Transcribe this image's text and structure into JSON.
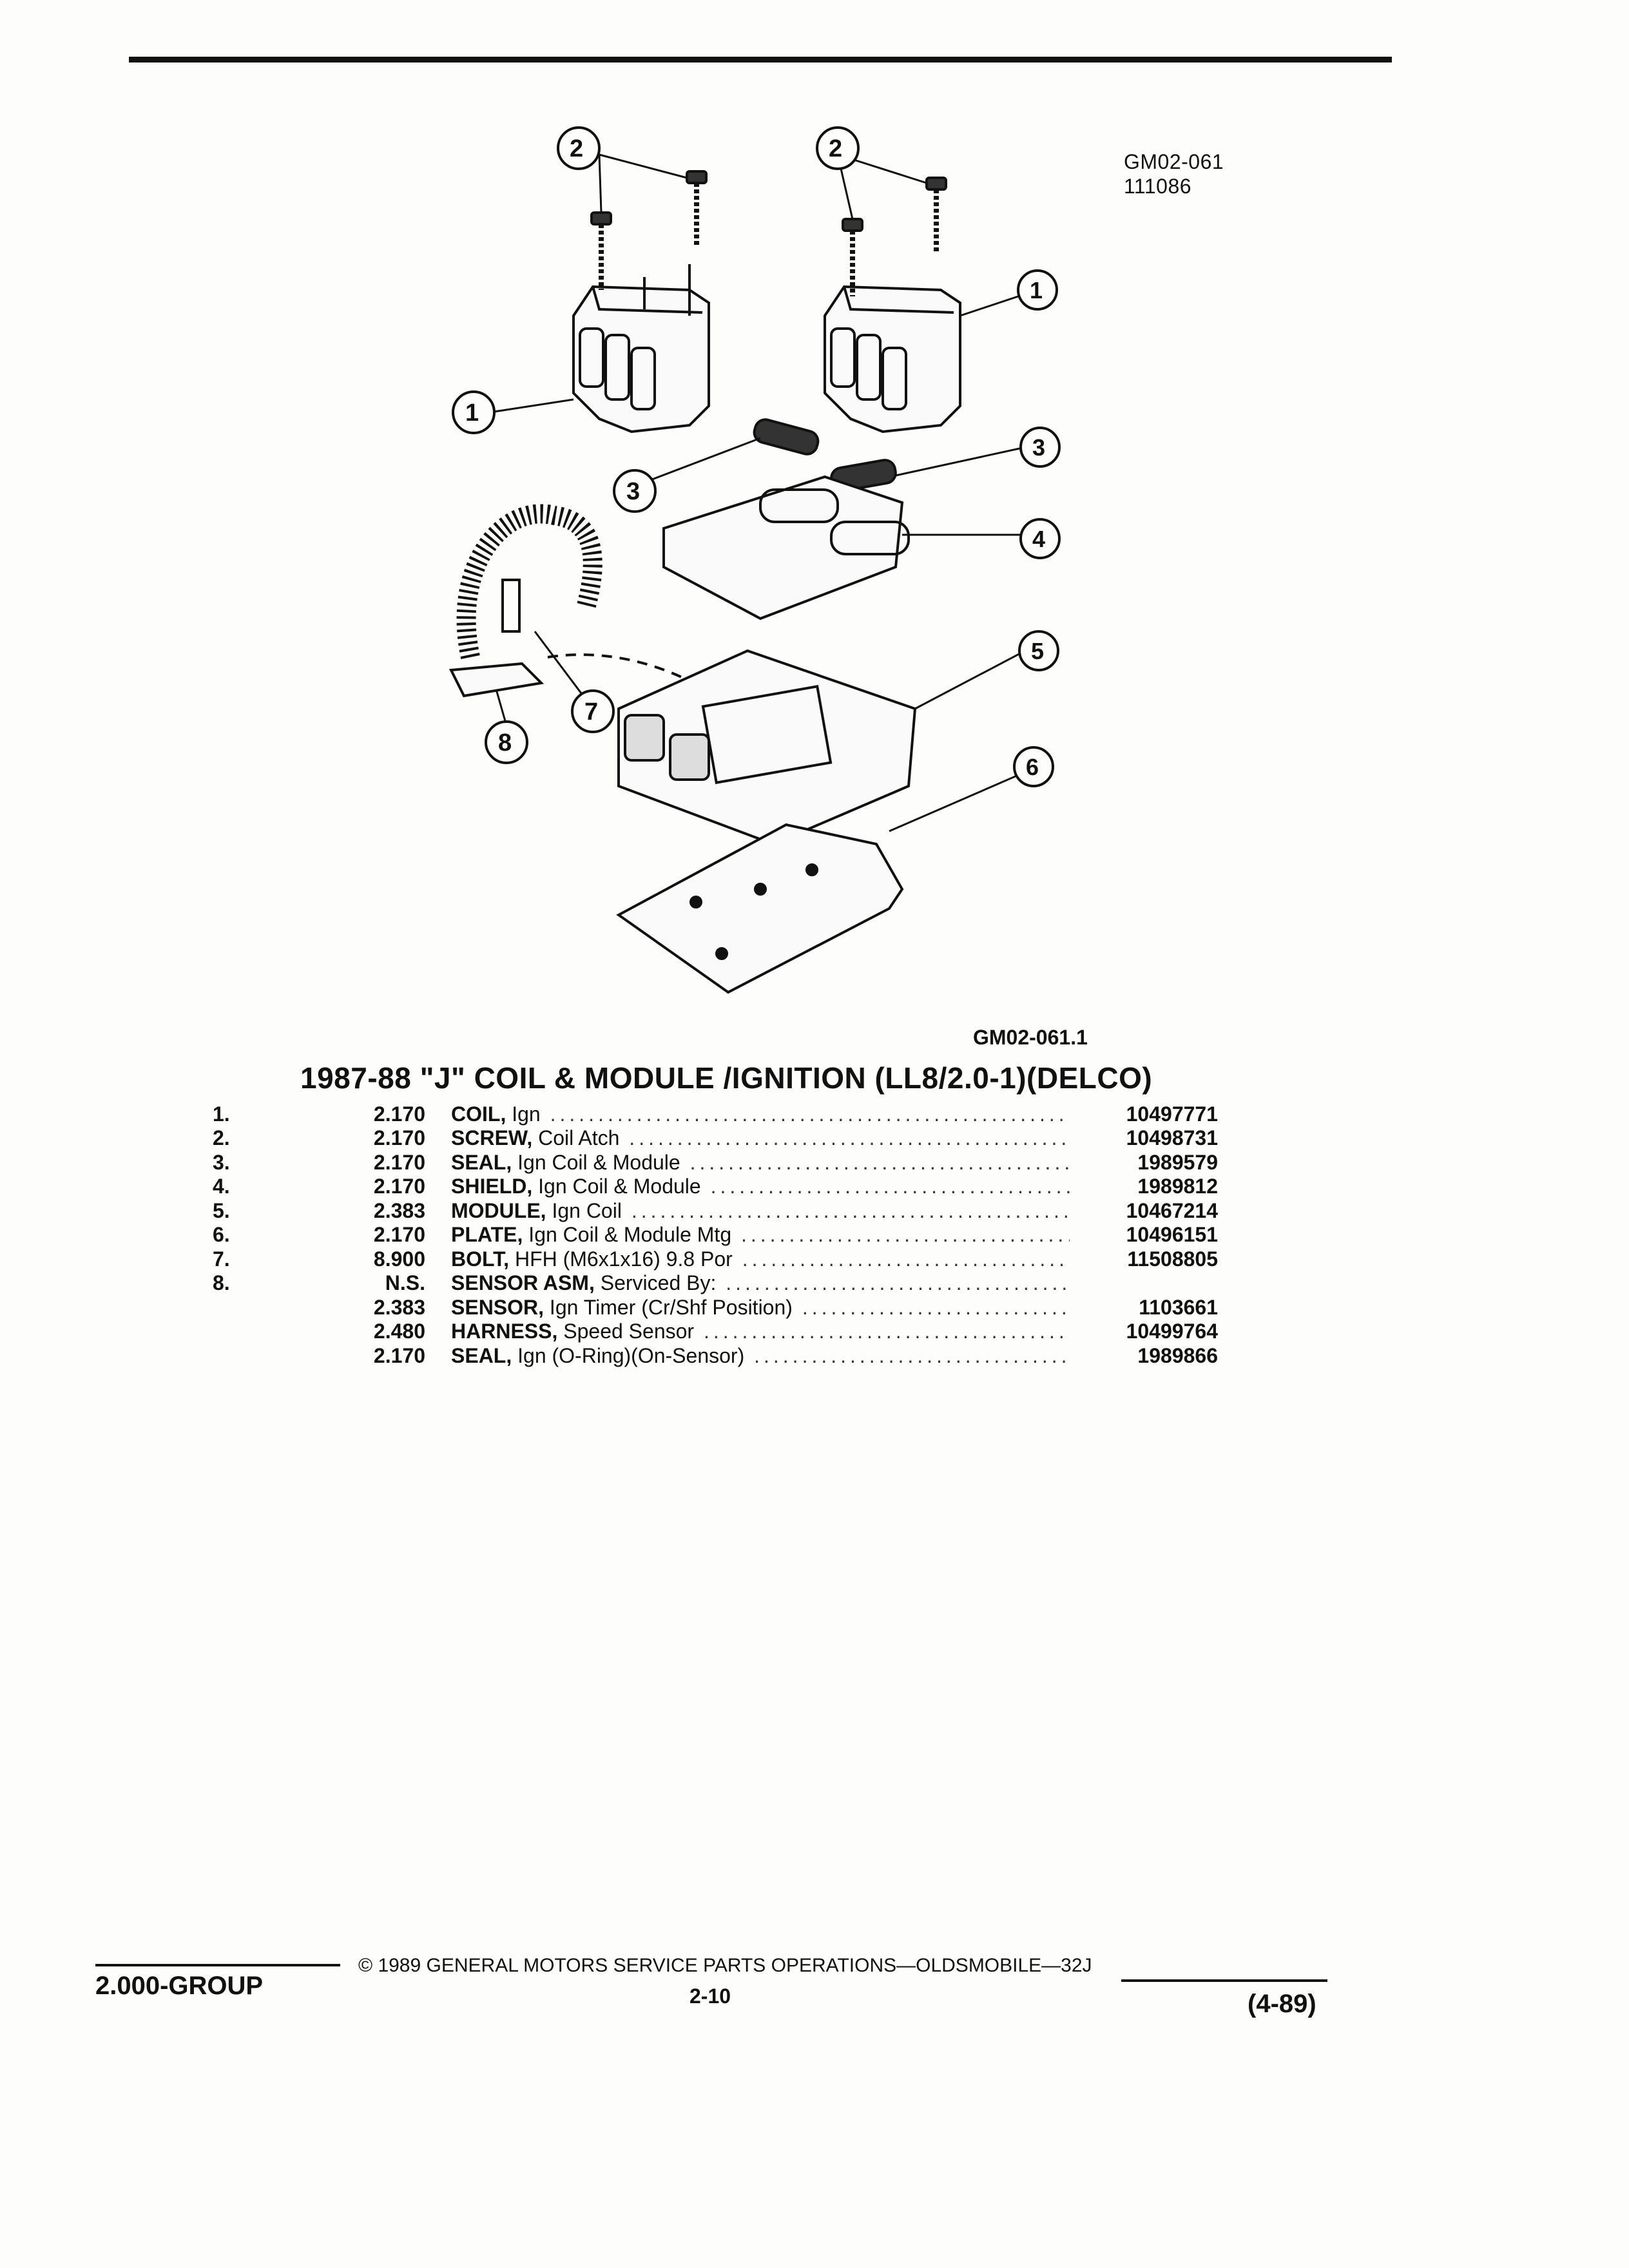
{
  "figure": {
    "ref_top_line1": "GM02-061",
    "ref_top_line2": "111086",
    "ref_bottom": "GM02-061.1",
    "callouts": [
      "1",
      "2",
      "3",
      "4",
      "5",
      "6",
      "7",
      "8"
    ]
  },
  "title": "1987-88 \"J\" COIL & MODULE /IGNITION (LL8/2.0-1)(DELCO)",
  "parts": [
    {
      "num": "1.",
      "group": "2.170",
      "name": "COIL,",
      "detail": " Ign",
      "part_no": "10497771"
    },
    {
      "num": "2.",
      "group": "2.170",
      "name": "SCREW,",
      "detail": " Coil Atch",
      "part_no": "10498731"
    },
    {
      "num": "3.",
      "group": "2.170",
      "name": "SEAL,",
      "detail": " Ign Coil & Module",
      "part_no": "1989579"
    },
    {
      "num": "4.",
      "group": "2.170",
      "name": "SHIELD,",
      "detail": " Ign Coil & Module",
      "part_no": "1989812"
    },
    {
      "num": "5.",
      "group": "2.383",
      "name": "MODULE,",
      "detail": " Ign Coil",
      "part_no": "10467214"
    },
    {
      "num": "6.",
      "group": "2.170",
      "name": "PLATE,",
      "detail": " Ign Coil & Module Mtg",
      "part_no": "10496151"
    },
    {
      "num": "7.",
      "group": "8.900",
      "name": "BOLT,",
      "detail": " HFH (M6x1x16) 9.8 Por",
      "part_no": "11508805"
    },
    {
      "num": "8.",
      "group": "N.S.",
      "name": "SENSOR ASM,",
      "detail": " Serviced By:",
      "part_no": ""
    },
    {
      "num": "",
      "group": "2.383",
      "name": "SENSOR,",
      "detail": " Ign Timer (Cr/Shf Position)",
      "part_no": "1103661"
    },
    {
      "num": "",
      "group": "2.480",
      "name": "HARNESS,",
      "detail": " Speed Sensor",
      "part_no": "10499764"
    },
    {
      "num": "",
      "group": "2.170",
      "name": "SEAL,",
      "detail": " Ign (O-Ring)(On-Sensor)",
      "part_no": "1989866"
    }
  ],
  "footer": {
    "group": "2.000-GROUP",
    "copyright": "© 1989 GENERAL MOTORS SERVICE PARTS OPERATIONS—OLDSMOBILE—32J",
    "page": "2-10",
    "date": "(4-89)"
  }
}
